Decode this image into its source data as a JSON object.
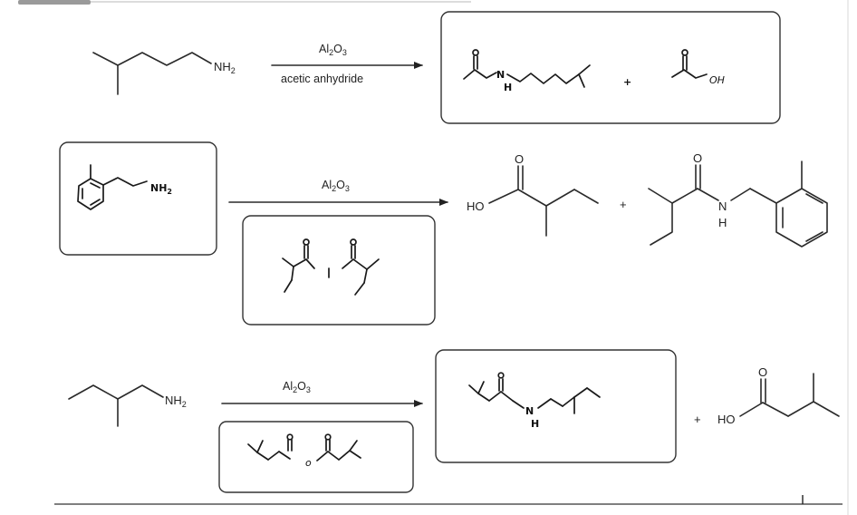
{
  "labels": {
    "nh2": "NH",
    "sub2": "2",
    "sub3": "3",
    "al": "Al",
    "o": "O",
    "ho": "HO",
    "n": "N",
    "h": "H",
    "plus": "+",
    "acetic_anhydride": "acetic anhydride",
    "hw_n": "N",
    "hw_h": "H",
    "hw_oh": "OH",
    "hw_o": "o",
    "hw_nh2": "NH",
    "hw_nh2_sub": "2",
    "hw_plus": "+"
  },
  "colors": {
    "ink": "#222222",
    "box_stroke": "#333333",
    "background": "#ffffff"
  }
}
